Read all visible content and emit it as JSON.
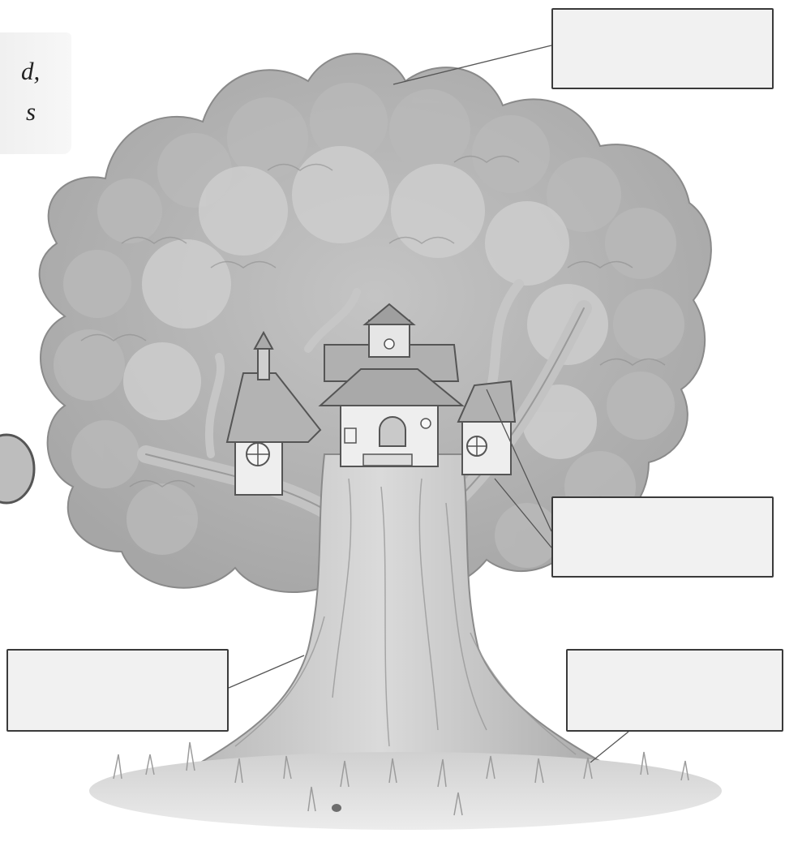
{
  "callout": {
    "line1": "d,",
    "line2": "s"
  },
  "colors": {
    "background": "#ffffff",
    "foliage_light": "#d4d4d4",
    "foliage_mid": "#b3b3b3",
    "foliage_dark": "#8e8e8e",
    "trunk": "#c7c7c7",
    "trunk_shadow": "#9b9b9b",
    "grass": "#a8a8a8",
    "box_fill": "#f1f1f1",
    "box_border": "#3a3a3a"
  },
  "label_boxes": [
    {
      "id": "top-right",
      "value": "",
      "points_to": "leaves"
    },
    {
      "id": "middle-right",
      "value": "",
      "points_to": "branches"
    },
    {
      "id": "bottom-left",
      "value": "",
      "points_to": "trunk"
    },
    {
      "id": "bottom-right",
      "value": "",
      "points_to": "roots"
    }
  ]
}
